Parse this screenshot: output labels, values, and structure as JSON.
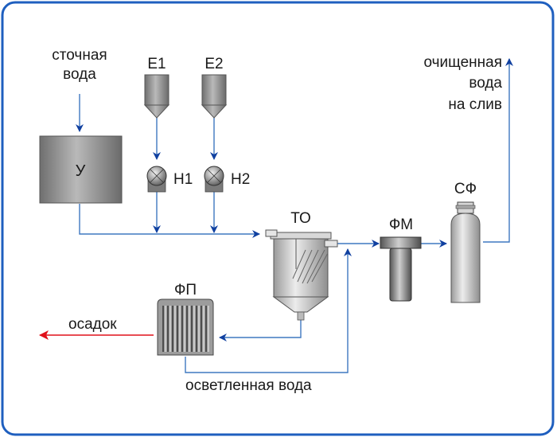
{
  "labels": {
    "wastewater_line1": "сточная",
    "wastewater_line2": "вода",
    "tank_e1": "Е1",
    "tank_e2": "Е2",
    "buffer_tank": "У",
    "pump_h1": "Н1",
    "pump_h2": "Н2",
    "settler": "ТО",
    "mech_filter": "ФМ",
    "sorption_filter": "СФ",
    "filter_press": "ФП",
    "purified_line1": "очищенная",
    "purified_line2": "вода",
    "purified_line3": "на слив",
    "sludge": "осадок",
    "clarified_water": "осветленная вода"
  },
  "colors": {
    "frame": "#1f5fbf",
    "flow_line": "#3e78c0",
    "arrow": "#1040a0",
    "sludge_arrow": "#e0101a",
    "equipment_gray": "#8a8a8a"
  }
}
